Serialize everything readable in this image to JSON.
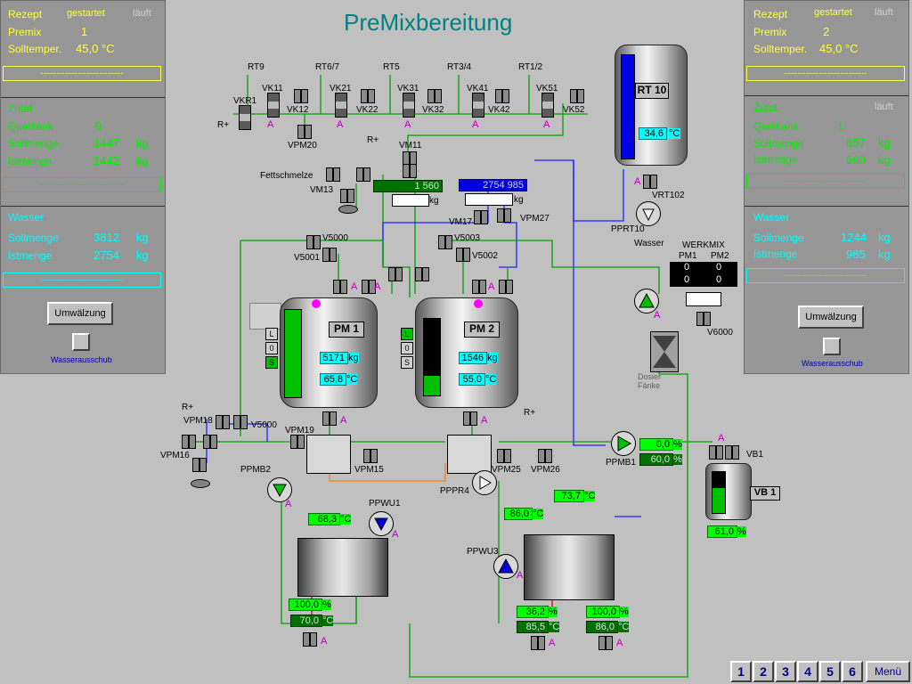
{
  "title": "PreMixbereitung",
  "left_panel": {
    "rezept_label": "Rezept",
    "rezept_status": "gestartet",
    "rezept_state": "läuft",
    "premix_label": "Premix",
    "premix_value": "1",
    "solltemp_label": "Solltemper.",
    "solltemp_value": "45,0 °C",
    "msg1": "-------------------------------",
    "zutat_label": "Zutat",
    "quelltank_label": "Quelltank",
    "quelltank_value": "0",
    "sollmenge_label": "Sollmenge",
    "sollmenge_value": "1447",
    "sollmenge_unit": "kg",
    "istmenge_label": "Istmenge",
    "istmenge_value": "1442",
    "istmenge_unit": "kg",
    "msg2": "-------------------------------",
    "wasser_label": "Wasser",
    "w_sollmenge_label": "Sollmenge",
    "w_sollmenge_value": "3812",
    "w_sollmenge_unit": "kg",
    "w_istmenge_label": "Istmenge",
    "w_istmenge_value": "2754",
    "w_istmenge_unit": "kg",
    "msg3": "-------------------------------",
    "umwaelzung_button": "Umwälzung",
    "wasserausschub_label": "Wasserausschub"
  },
  "right_panel": {
    "rezept_label": "Rezept",
    "rezept_status": "gestartet",
    "rezept_state": "läuft",
    "premix_label": "Premix",
    "premix_value": "2",
    "solltemp_label": "Solltemper.",
    "solltemp_value": "45,0 °C",
    "msg1": "-------------------------------",
    "zutat_label": "Zutat",
    "zutat_state": "läuft",
    "quelltank_label": "Quelltank",
    "quelltank_value": "1",
    "sollmenge_label": "Sollmenge",
    "sollmenge_value": "657",
    "sollmenge_unit": "kg",
    "istmenge_label": "Istmenge",
    "istmenge_value": "660",
    "istmenge_unit": "kg",
    "msg2": "-------------------------------",
    "wasser_label": "Wasser",
    "w_sollmenge_label": "Sollmenge",
    "w_sollmenge_value": "1244",
    "w_sollmenge_unit": "kg",
    "w_istmenge_label": "Istmenge",
    "w_istmenge_value": "985",
    "w_istmenge_unit": "kg",
    "msg3": "-------------------------------",
    "umwaelzung_button": "Umwälzung",
    "wasserausschub_label": "Wasserausschub"
  },
  "valves_top": {
    "rt9": "RT9",
    "rt67": "RT6/7",
    "rt5": "RT5",
    "rt34": "RT3/4",
    "rt12": "RT1/2",
    "vkr1": "VKR1",
    "vk11": "VK11",
    "vk12": "VK12",
    "vk21": "VK21",
    "vk22": "VK22",
    "vk31": "VK31",
    "vk32": "VK32",
    "vk41": "VK41",
    "vk42": "VK42",
    "vk51": "VK51",
    "vk52": "VK52",
    "vpm20": "VPM20",
    "rplus1": "R+",
    "rplus2": "R+",
    "vm11": "VM11",
    "fettschmelze": "Fettschmelze",
    "vm13": "VM13",
    "fett_value": "1        560",
    "fett_unit": "kg",
    "wasser_value": "2754     985",
    "wasser_unit": "kg",
    "vm17": "VM17",
    "vpm27": "VPM27"
  },
  "rt10": {
    "label": "RT 10",
    "temp": "34,6",
    "temp_unit": "°C",
    "vrt102": "VRT102",
    "pprt10": "PPRT10",
    "wasser": "Wasser"
  },
  "werkmix": {
    "title": "WERKMIX",
    "pm1": "PM1",
    "pm2": "PM2",
    "v1": "0",
    "v2": "0",
    "v3": "0",
    "v4": "0",
    "v6000": "V6000"
  },
  "pm1": {
    "label": "PM 1",
    "kg": "5171",
    "kg_unit": "kg",
    "temp": "65,8",
    "temp_unit": "°C",
    "l": "L",
    "zero": "0",
    "s": "S"
  },
  "pm2": {
    "label": "PM 2",
    "kg": "1546",
    "kg_unit": "kg",
    "temp": "55,0",
    "temp_unit": "°C",
    "l": "L",
    "zero": "0",
    "s": "S"
  },
  "mid_valves": {
    "v5000": "V5000",
    "v5001": "V5001",
    "v5003": "V5003",
    "v5002": "V5002",
    "vpm18": "VPM18",
    "v5000b": "V5000",
    "vpm16": "VPM16",
    "vpm19": "VPM19",
    "vpm15": "VPM15",
    "vpm25": "VPM25",
    "vpm26": "VPM26",
    "pppr4": "PPPR4",
    "rplus3": "R+",
    "rplus4": "R+"
  },
  "bottom": {
    "ppmb2": "PPMB2",
    "ppwu1": "PPWU1",
    "ppwu1_temp": "68,3",
    "temp_unit": "°C",
    "hx1_pct": "100,0",
    "pct_unit": "%",
    "hx1_temp": "70,0",
    "ppwu3": "PPWU3",
    "hx2_top_temp": "73,7",
    "hx2_in_temp": "86,0",
    "hx2_pct1": "36,2",
    "hx2_temp1": "85,5",
    "hx2_pct2": "100,0",
    "hx2_temp2": "86,0",
    "ppmb1": "PPMB1",
    "ppmb1_pct1": "0,0",
    "ppmb1_pct2": "60,0",
    "vb1": "VB1",
    "vb1_label": "VB 1",
    "vb1_pct": "61,0",
    "dosier": "Dosier Fänke"
  },
  "nav": {
    "b1": "1",
    "b2": "2",
    "b3": "3",
    "b4": "4",
    "b5": "5",
    "b6": "6",
    "menu": "Menü"
  },
  "marker_a": "A"
}
